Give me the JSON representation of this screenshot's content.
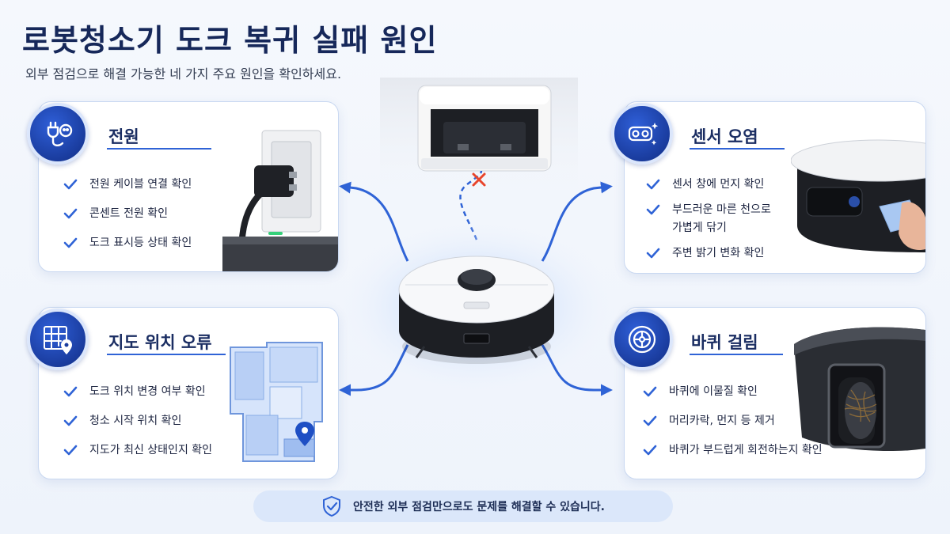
{
  "header": {
    "title": "로봇청소기 도크 복귀 실패 원인",
    "subtitle": "외부 점검으로 해결 가능한 네 가지 주요 원인을 확인하세요."
  },
  "cards": {
    "power": {
      "title": "전원",
      "icon": "power-plug-icon",
      "items": [
        "전원 케이블 연결 확인",
        "콘센트 전원 확인",
        "도크 표시등 상태 확인"
      ]
    },
    "sensor": {
      "title": "센서 오염",
      "icon": "sensor-sparkle-icon",
      "items": [
        "센서 창에 먼지 확인",
        "부드러운 마른 천으로",
        "가볍게 닦기",
        "주변 밝기 변화 확인"
      ]
    },
    "map": {
      "title": "지도 위치 오류",
      "icon": "map-pin-grid-icon",
      "items": [
        "도크 위치 변경 여부 확인",
        "청소 시작 위치 확인",
        "지도가 최신 상태인지 확인"
      ]
    },
    "wheel": {
      "title": "바퀴 걸림",
      "icon": "wheel-icon",
      "items": [
        "바퀴에 이물질 확인",
        "머리카락, 먼지 등 제거",
        "바퀴가 부드럽게 회전하는지 확인"
      ]
    }
  },
  "footer": {
    "text": "안전한 외부 점검만으로도 문제를 해결할 수 있습니다.",
    "icon": "shield-check-icon"
  },
  "colors": {
    "accent": "#2f63d6",
    "navy": "#1a3c9e",
    "title": "#16285a",
    "fail": "#e8452c"
  }
}
